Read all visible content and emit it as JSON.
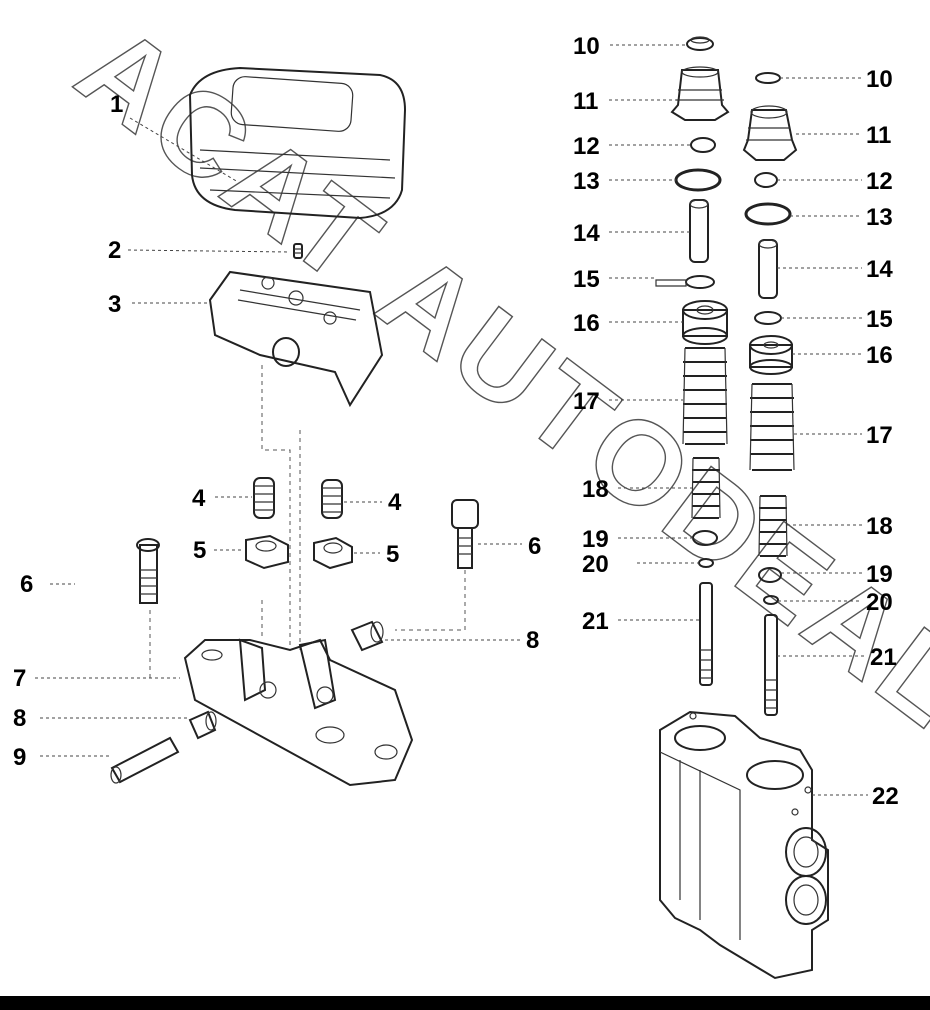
{
  "diagram": {
    "watermark": "ACAT AUTODEALER.RU",
    "callouts": {
      "c1": "1",
      "c2": "2",
      "c3": "3",
      "c4a": "4",
      "c4b": "4",
      "c5a": "5",
      "c5b": "5",
      "c6a": "6",
      "c6b": "6",
      "c7": "7",
      "c8a": "8",
      "c8b": "8",
      "c9": "9",
      "c10a": "10",
      "c10b": "10",
      "c11a": "11",
      "c11b": "11",
      "c12a": "12",
      "c12b": "12",
      "c13a": "13",
      "c13b": "13",
      "c14a": "14",
      "c14b": "14",
      "c15a": "15",
      "c15b": "15",
      "c16a": "16",
      "c16b": "16",
      "c17a": "17",
      "c17b": "17",
      "c18a": "18",
      "c18b": "18",
      "c19a": "19",
      "c19b": "19",
      "c20a": "20",
      "c20b": "20",
      "c21a": "21",
      "c21b": "21",
      "c22": "22"
    }
  }
}
